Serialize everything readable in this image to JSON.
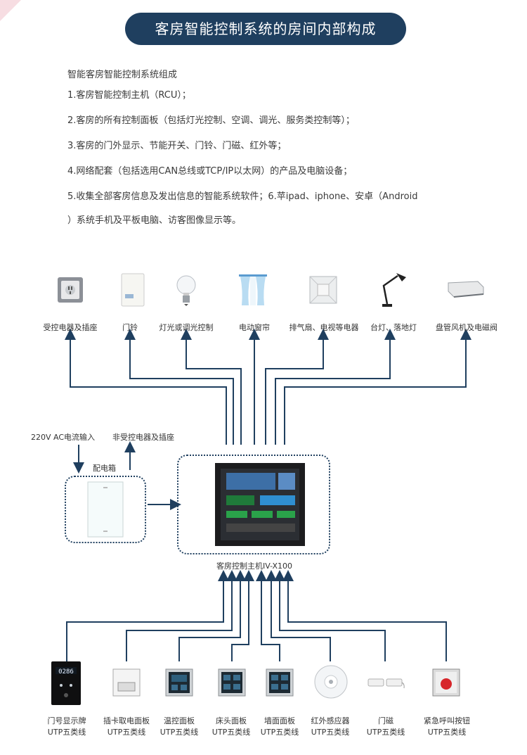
{
  "title": "客房智能控制系统的房间内部构成",
  "intro": {
    "heading": "智能客房智能控制系统组成",
    "lines": [
      "1.客房智能控制主机（RCU）；",
      "2.客房的所有控制面板（包括灯光控制、空调、调光、服务类控制等）；",
      "3.客房的门外显示、节能开关、门铃、门磁、红外等；",
      "4.网络配套（包括选用CAN总线或TCP/IP以太网）的产品及电脑设备；",
      "5.收集全部客房信息及发出信息的智能系统软件；6.苹ipad、iphone、安卓（Android",
      "）系统手机及平板电脑、访客图像显示等。"
    ]
  },
  "top_devices": [
    {
      "label": "受控电器及插座",
      "icon": "socket-icon"
    },
    {
      "label": "门铃",
      "icon": "doorbell-icon"
    },
    {
      "label": "灯光或调光控制",
      "icon": "bulb-icon"
    },
    {
      "label": "电动窗帘",
      "icon": "curtain-icon"
    },
    {
      "label": "排气扇、电视等电器",
      "icon": "fan-icon"
    },
    {
      "label": "台灯、落地灯",
      "icon": "desk-lamp-icon"
    },
    {
      "label": "盘管风机及电磁阀",
      "icon": "fan-coil-icon"
    }
  ],
  "power": {
    "input_label": "220V AC电流输入",
    "non_controlled_label": "非受控电器及插座",
    "box_label": "配电箱"
  },
  "host_label": "客房控制主机IV-X100",
  "bottom_devices": [
    {
      "label": "门号显示牌",
      "sub": "UTP五类线",
      "icon": "door-number-icon",
      "display": "0286"
    },
    {
      "label": "插卡取电面板",
      "sub": "UTP五类线",
      "icon": "card-switch-icon"
    },
    {
      "label": "温控面板",
      "sub": "UTP五类线",
      "icon": "thermostat-panel-icon"
    },
    {
      "label": "床头面板",
      "sub": "UTP五类线",
      "icon": "bedside-panel-icon"
    },
    {
      "label": "墙面面板",
      "sub": "UTP五类线",
      "icon": "wall-panel-icon"
    },
    {
      "label": "红外感应器",
      "sub": "UTP五类线",
      "icon": "ir-sensor-icon"
    },
    {
      "label": "门磁",
      "sub": "UTP五类线",
      "icon": "door-magnet-icon"
    },
    {
      "label": "紧急呼叫按钮",
      "sub": "UTP五类线",
      "icon": "emergency-button-icon"
    }
  ],
  "colors": {
    "title_bg": "#1f3f5f",
    "line": "#1f3f5f"
  }
}
